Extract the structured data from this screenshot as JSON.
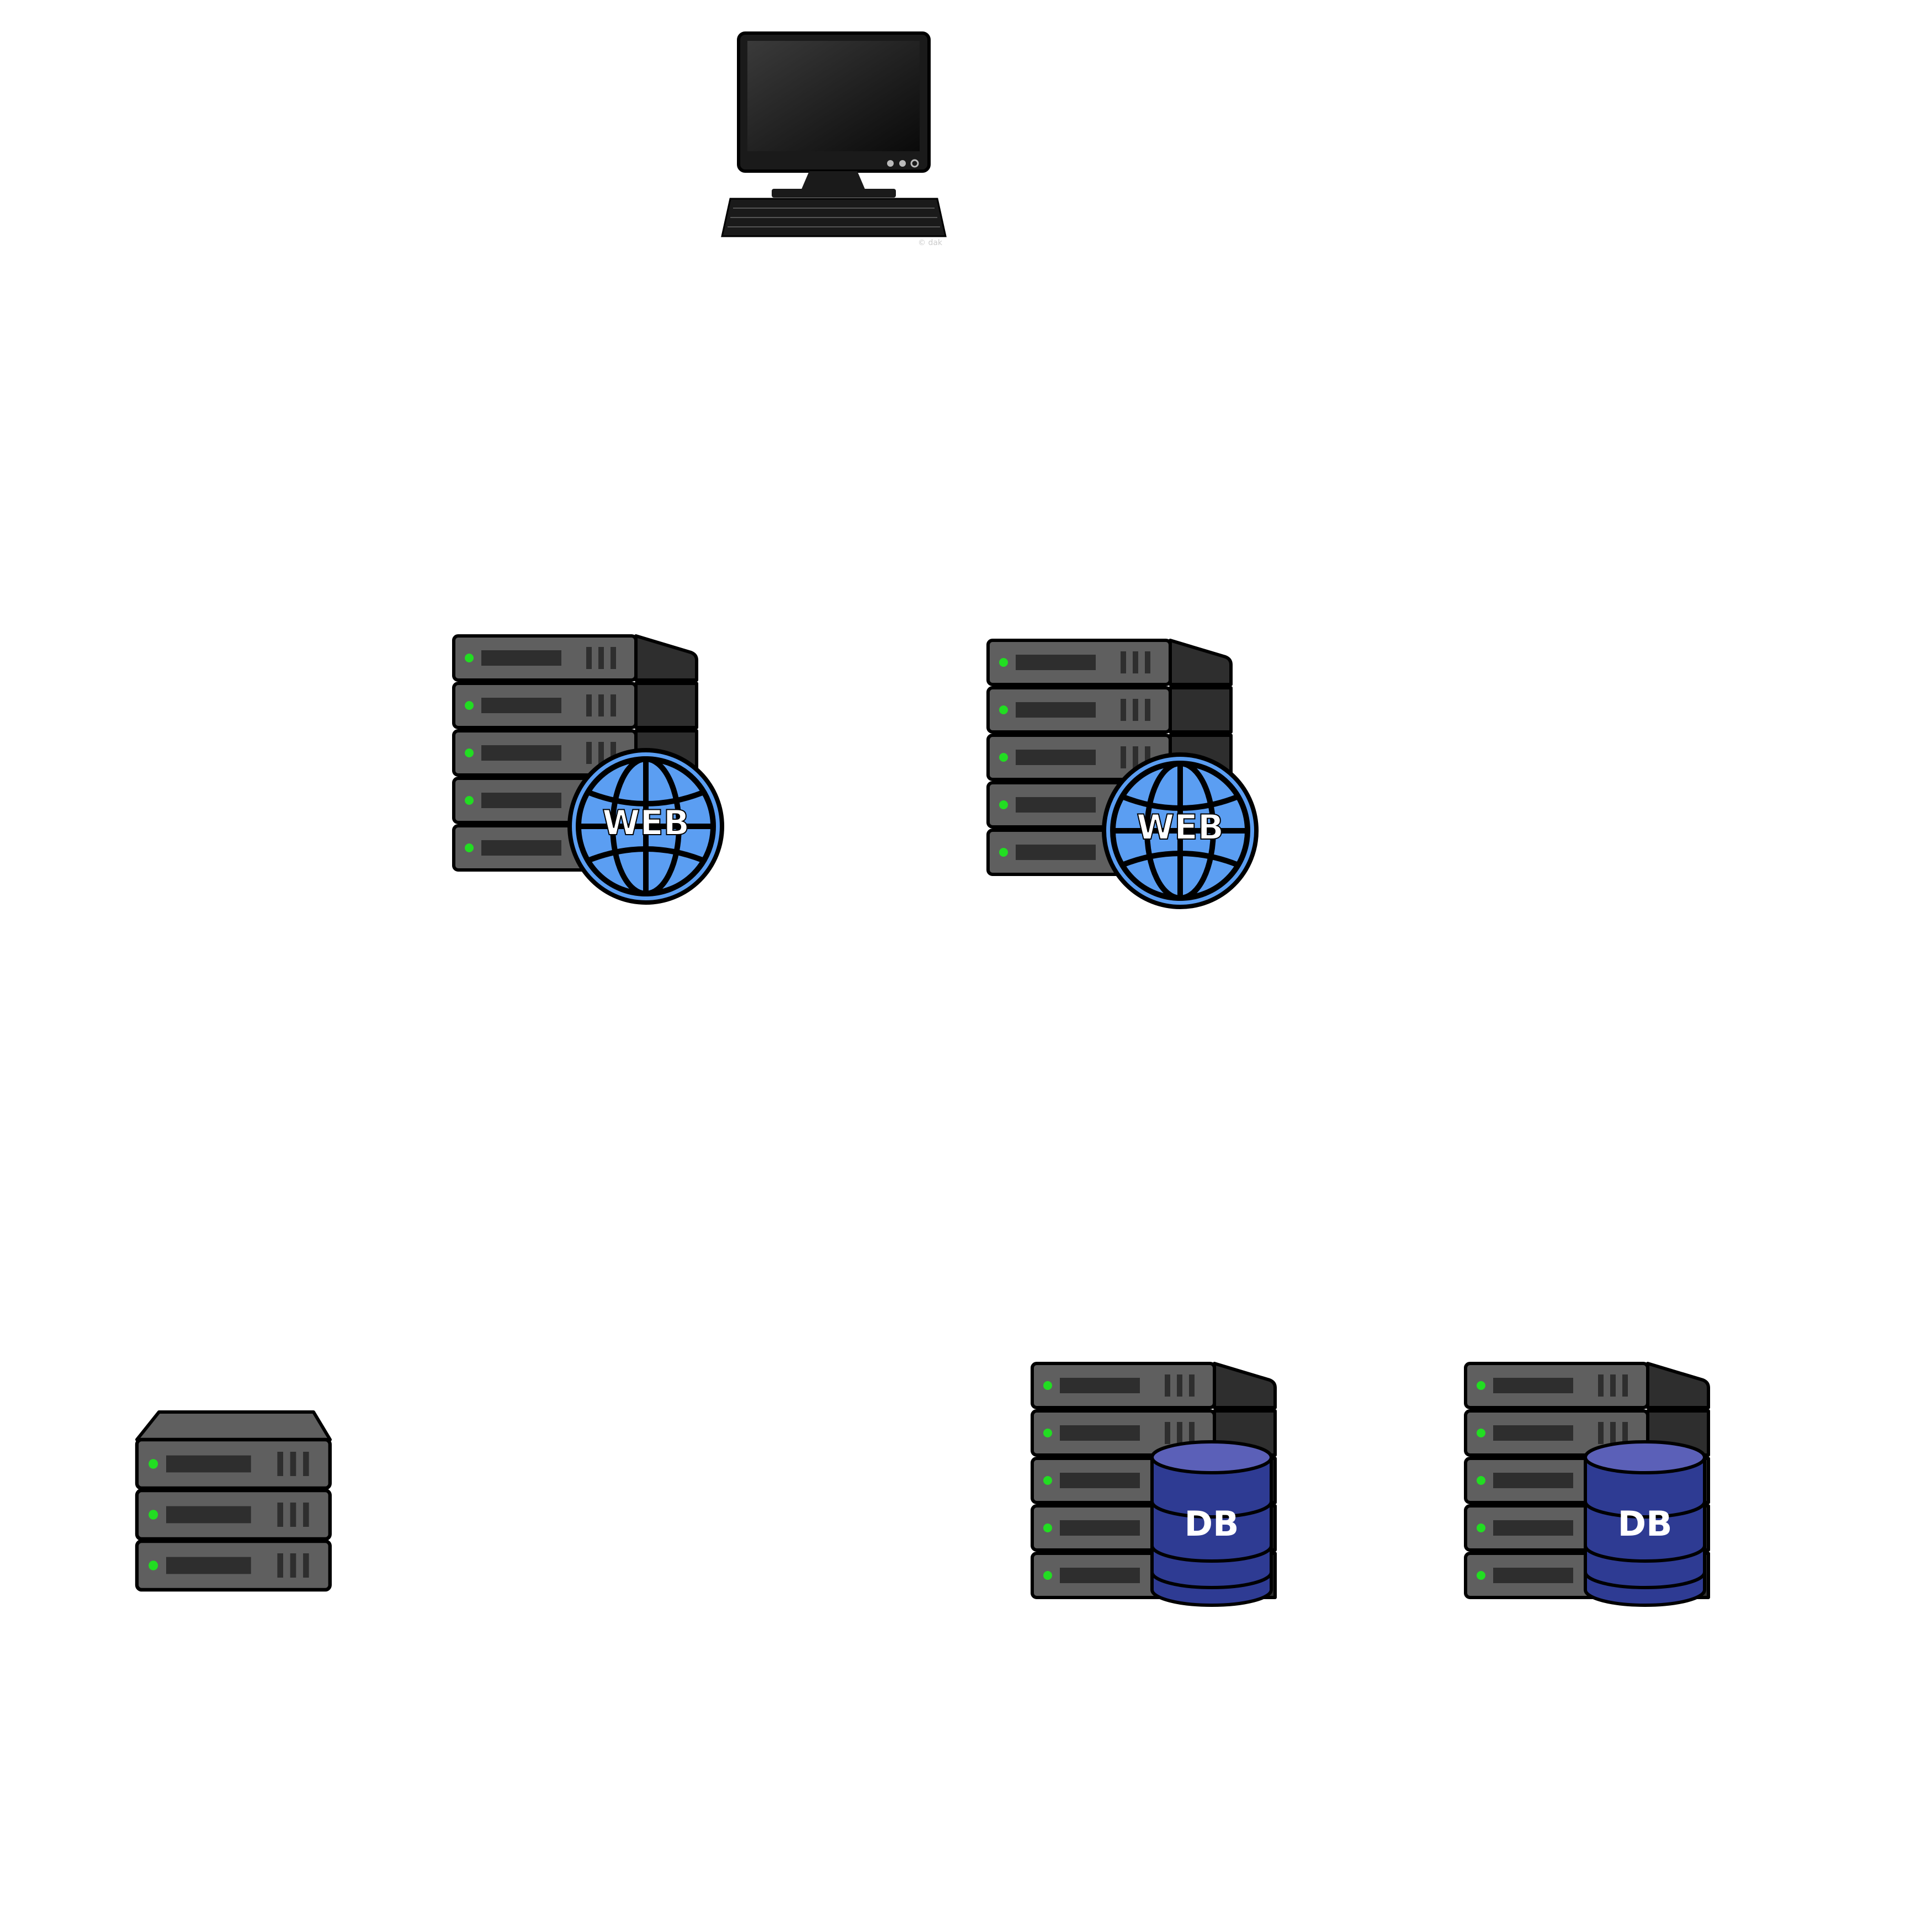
{
  "nodes": {
    "computer": {
      "icon": "desktop-computer-icon",
      "watermark": "© dak"
    },
    "web_server_1": {
      "icon": "web-server-icon",
      "badge": "WEB"
    },
    "web_server_2": {
      "icon": "web-server-icon",
      "badge": "WEB"
    },
    "plain_server": {
      "icon": "server-icon"
    },
    "db_server_1": {
      "icon": "database-server-icon",
      "badge": "DB"
    },
    "db_server_2": {
      "icon": "database-server-icon",
      "badge": "DB"
    }
  },
  "colors": {
    "server_face": "#5f5f5f",
    "server_side": "#2e2e2e",
    "led": "#22dd22",
    "web_blue": "#5b9ef2",
    "db_blue": "#2e3b93",
    "db_top": "#5b60b8",
    "outline": "#000000"
  }
}
